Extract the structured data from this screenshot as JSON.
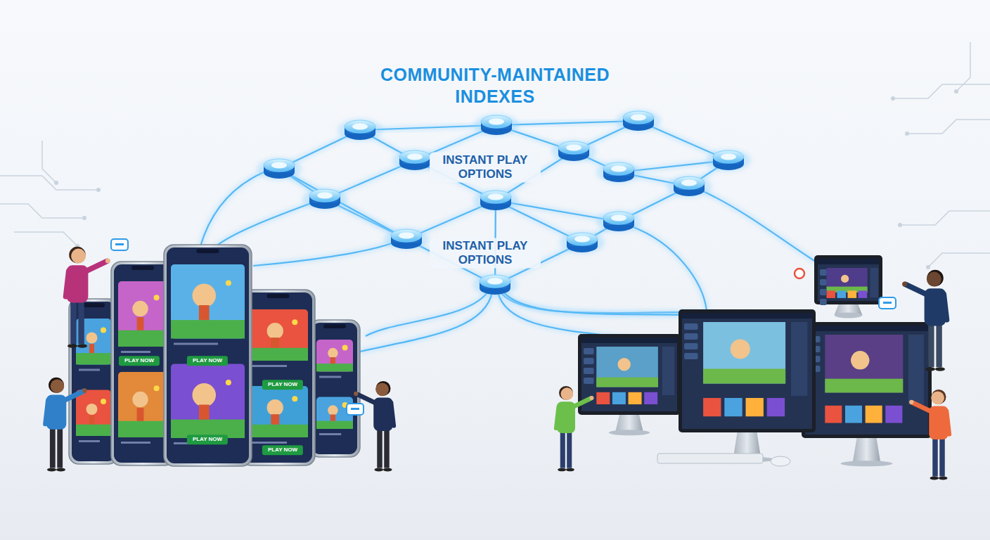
{
  "diagram": {
    "title": "COMMUNITY-MAINTAINED INDEXES",
    "labels": [
      "INSTANT PLAY OPTIONS",
      "INSTANT PLAY OPTIONS",
      "PLAY NOW",
      "PLAY NOW",
      "PLAY NOW",
      "PLAY NOW",
      "PLAY NOW"
    ]
  }
}
